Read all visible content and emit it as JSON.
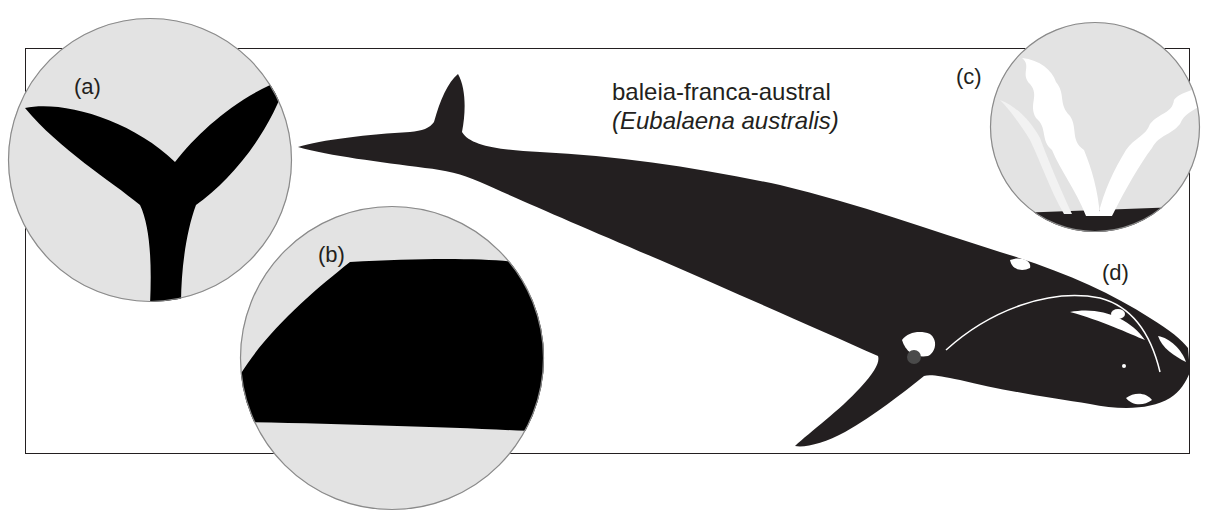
{
  "diagram": {
    "title": "baleia-franca-austral",
    "nodes": [
      {
        "text": [
          "(a)"
        ]
      },
      {
        "text": [
          "(b)"
        ]
      },
      {
        "text": [
          "(c)"
        ]
      }
    ],
    "labels": [
      "(Eubalaena australis)",
      "(d)"
    ]
  }
}
